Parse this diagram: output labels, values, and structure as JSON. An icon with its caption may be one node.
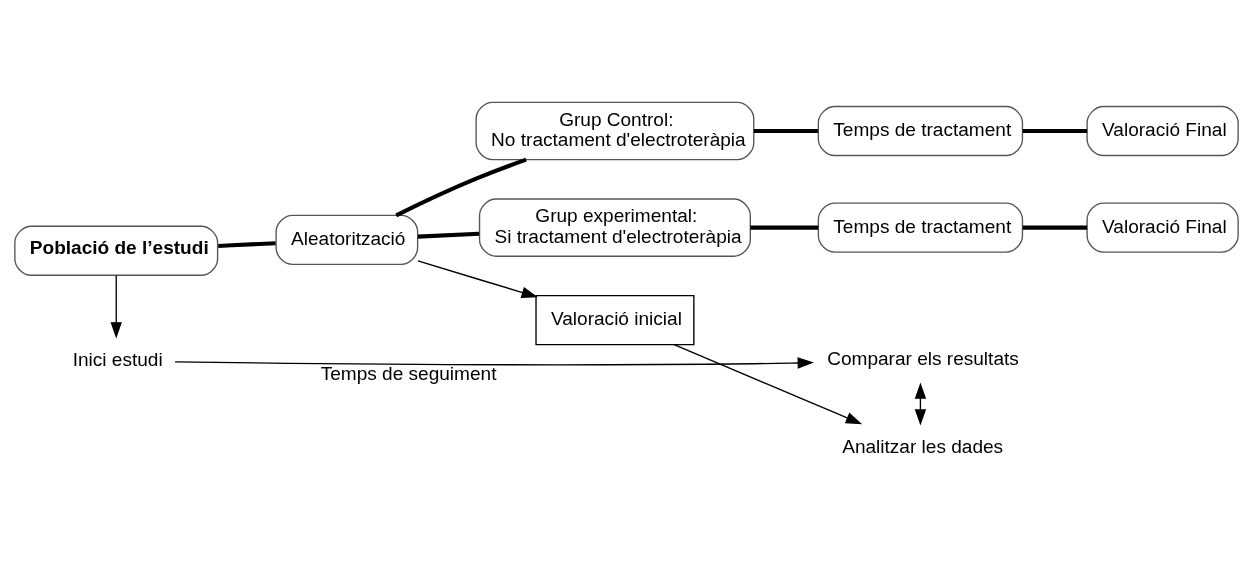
{
  "diagram": {
    "nodes": [
      {
        "text": [
          "Població de l’estudi"
        ]
      },
      {
        "text": [
          "Aleatorització"
        ]
      },
      {
        "text": [
          "Grup Control:",
          "No tractament d'electroteràpia"
        ]
      },
      {
        "text": [
          "Grup experimental:",
          "Si tractament d'electroteràpia"
        ]
      },
      {
        "text": [
          "Temps de tractament"
        ]
      },
      {
        "text": [
          "Valoració Final"
        ]
      },
      {
        "text": [
          "Temps de tractament"
        ]
      },
      {
        "text": [
          "Valoració Final"
        ]
      },
      {
        "text": [
          "Valoració inicial"
        ]
      },
      {
        "text": [
          "Analitzar les dades"
        ]
      },
      {
        "text": [
          "Comparar els resultats"
        ]
      },
      {
        "text": [
          "Inici estudi"
        ]
      }
    ],
    "edges": [
      {
        "from": 0,
        "to": 1,
        "arrow": "none"
      },
      {
        "from": 1,
        "to": 2,
        "arrow": "none"
      },
      {
        "from": 1,
        "to": 3,
        "arrow": "none"
      },
      {
        "from": 2,
        "to": 4,
        "arrow": "none"
      },
      {
        "from": 4,
        "to": 5,
        "arrow": "none"
      },
      {
        "from": 3,
        "to": 6,
        "arrow": "none"
      },
      {
        "from": 6,
        "to": 7,
        "arrow": "none"
      },
      {
        "from": 1,
        "to": 8,
        "arrow": "to"
      },
      {
        "from": 8,
        "to": 9,
        "arrow": "to"
      },
      {
        "from": 0,
        "to": 11,
        "arrow": "to"
      },
      {
        "from": 11,
        "to": 10,
        "arrow": "to",
        "label": "Temps de seguiment"
      },
      {
        "from": 10,
        "to": 9,
        "arrow": "both"
      }
    ]
  }
}
